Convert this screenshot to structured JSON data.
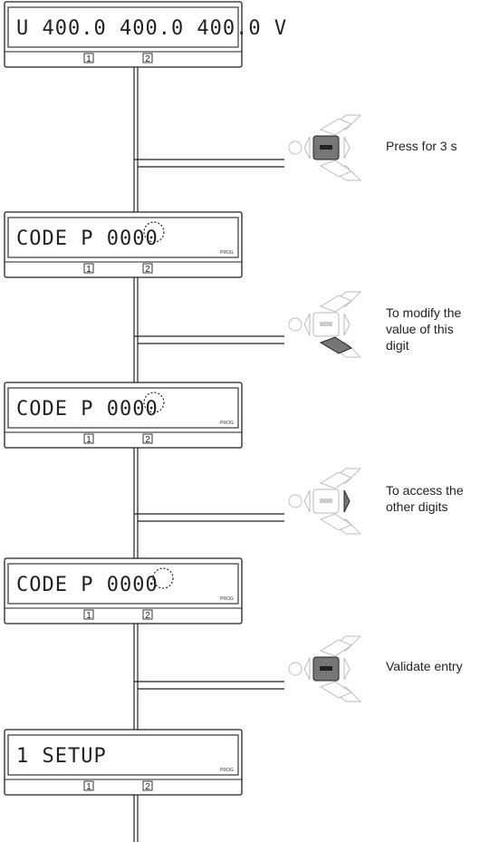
{
  "screens": [
    {
      "text": "U 400.0 400.0 400.0  V",
      "indicator1": "1",
      "indicator2": "2",
      "prog": ""
    },
    {
      "text": "CODE  P    0000",
      "indicator1": "1",
      "indicator2": "2",
      "prog": "PROG"
    },
    {
      "text": "CODE  P    0000",
      "indicator1": "1",
      "indicator2": "2",
      "prog": "PROG"
    },
    {
      "text": "CODE  P    0000",
      "indicator1": "1",
      "indicator2": "2",
      "prog": "PROG"
    },
    {
      "text": "1 SETUP",
      "indicator1": "1",
      "indicator2": "2",
      "prog": "PROG"
    }
  ],
  "steps": [
    {
      "caption": [
        "Press for 3 s"
      ],
      "active_key": "enter-key"
    },
    {
      "caption": [
        "To modify the",
        "value of this",
        "digit"
      ],
      "active_key": "down-key"
    },
    {
      "caption": [
        "To access the",
        "other digits"
      ],
      "active_key": "right-key"
    },
    {
      "caption": [
        "Validate entry"
      ],
      "active_key": "enter-key"
    }
  ],
  "colors": {
    "active_key": "#777777",
    "inactive_key": "#dddddd",
    "line": "#222222"
  }
}
